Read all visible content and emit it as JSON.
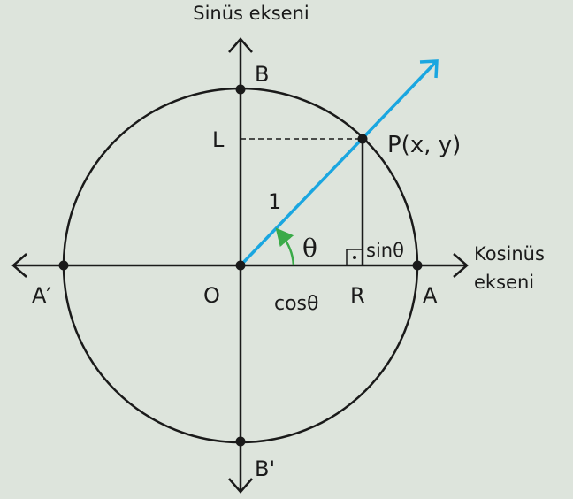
{
  "axes": {
    "sine_axis": "Sinüs ekseni",
    "cosine_axis_line1": "Kosinüs",
    "cosine_axis_line2": "ekseni"
  },
  "points": {
    "B": "B",
    "B_prime": "B'",
    "A": "A",
    "A_prime": "A′",
    "O": "O",
    "L": "L",
    "R": "R",
    "P": "P(x, y)"
  },
  "labels": {
    "radius": "1",
    "theta": "θ",
    "sin": "sinθ",
    "cos": "cosθ"
  },
  "colors": {
    "ray": "#1aa6e0",
    "angle_arc": "#3aaa48",
    "background": "#dde4dc"
  }
}
